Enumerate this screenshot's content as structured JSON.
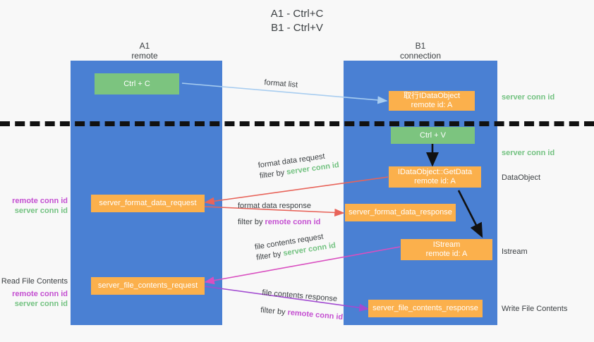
{
  "title": "A1 - Ctrl+C\nB1 - Ctrl+V",
  "colors": {
    "lane": "#4a80d3",
    "green_box": "#7cc47f",
    "orange_box": "#fbb04c",
    "green_text": "#73c281",
    "purple_text": "#c44fd1",
    "blue_arrow": "#a8cdf0",
    "red_arrow": "#e8645a",
    "magenta_arrow": "#d94fc0",
    "purple_arrow": "#a24bd1",
    "black_arrow": "#111111",
    "background": "#f8f8f8"
  },
  "columns": [
    {
      "name": "A1",
      "sub": "remote"
    },
    {
      "name": "B1",
      "sub": "connection"
    }
  ],
  "boxes": {
    "ctrl_c": {
      "label": "Ctrl + C",
      "style": "green"
    },
    "idataobject_copy": {
      "line1": "取行IDataObject",
      "line2": "remote id: A",
      "style": "orange"
    },
    "ctrl_v": {
      "label": "Ctrl + V",
      "style": "green"
    },
    "getdata": {
      "line1": "IDataObject::GetData",
      "line2": "remote id: A",
      "style": "orange"
    },
    "server_format_data_request": {
      "label": "server_format_data_request",
      "style": "orange"
    },
    "server_format_data_response": {
      "label": "server_format_data_response",
      "style": "orange"
    },
    "istream": {
      "line1": "IStream",
      "line2": "remote id: A",
      "style": "orange"
    },
    "server_file_contents_request": {
      "label": "server_file_contents_request",
      "style": "orange"
    },
    "server_file_contents_response": {
      "label": "server_file_contents_response",
      "style": "orange"
    }
  },
  "right_labels": [
    {
      "text": "server conn id",
      "kind": "green"
    },
    {
      "text": "server conn id",
      "kind": "green"
    },
    {
      "text": "DataObject",
      "kind": "dark"
    },
    {
      "text": "Istream",
      "kind": "dark"
    },
    {
      "text": "Write File Contents",
      "kind": "dark"
    }
  ],
  "left_labels": {
    "group1_line1": "remote conn id",
    "group1_line2": "server conn id",
    "read_file_contents": "Read File Contents",
    "group2_line1": "remote conn id",
    "group2_line2": "server conn id"
  },
  "edge_labels": {
    "format_list": "format list",
    "format_data_request": "format data request",
    "format_data_request_filter_prefix": "filter by ",
    "format_data_request_filter_value": "server conn id",
    "format_data_response": "format data response",
    "format_data_response_filter_prefix": "filter by ",
    "format_data_response_filter_value": "remote conn id",
    "file_contents_request": "file contents request",
    "file_contents_request_filter_prefix": "filter by ",
    "file_contents_request_filter_value": "server conn id",
    "file_contents_response": "file contents response",
    "file_contents_response_filter_prefix": "filter by ",
    "file_contents_response_filter_value": "remote conn id"
  }
}
